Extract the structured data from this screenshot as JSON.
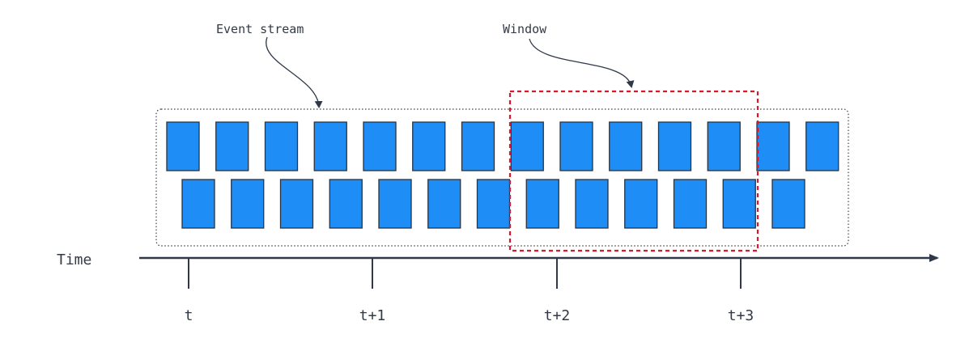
{
  "labels": {
    "event_stream": "Event stream",
    "window": "Window",
    "time_axis": "Time"
  },
  "ticks": [
    "t",
    "t+1",
    "t+2",
    "t+3"
  ],
  "events": {
    "top_row_count": 14,
    "bottom_row_count": 13
  },
  "colors": {
    "event_fill": "#1e8df5",
    "event_stroke": "#2a3340",
    "window_border": "#d9182b",
    "stream_border": "#3a3f47",
    "axis": "#2f3947",
    "text": "#333a45"
  }
}
